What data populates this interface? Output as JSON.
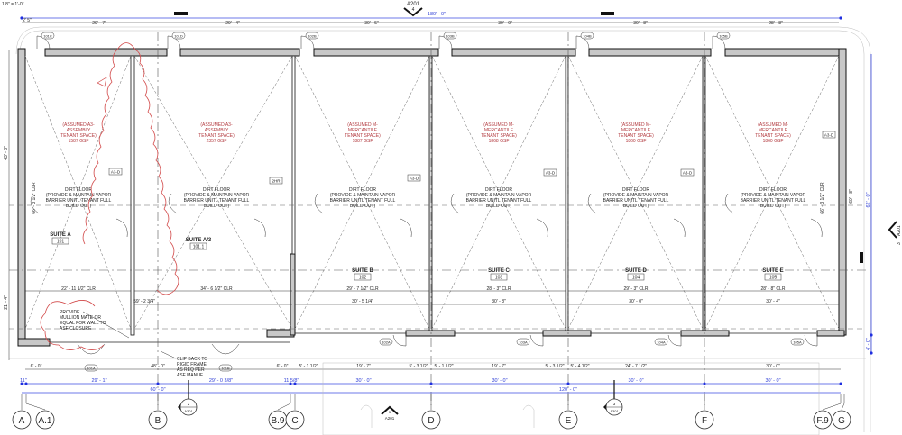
{
  "scale_note": "1/8\" = 1'-0\"",
  "overall_dims": {
    "top": "180' - 0\"",
    "right": "62' - 0\"",
    "bottom_left": "60' - 0\"",
    "bottom_mid": "120' - 0\"",
    "right_small": "4' - 0\""
  },
  "top_dims": [
    "2' 5\"",
    "29' - 7\"",
    "29' - 4\"",
    "30' - 5\"",
    "30' - 0\"",
    "30' - 8\"",
    "28' - 8\""
  ],
  "left_dims": [
    "43' - 8\"",
    "21' - 4\"",
    "66' - 3 1/2\" CLR"
  ],
  "right_dims": [
    "66' - 3 1/2\" CLR",
    "60' - 8\""
  ],
  "top_doors": [
    "101C",
    "101D",
    "102B",
    "103B",
    "104B",
    "105B"
  ],
  "bottom_doors": [
    "101A",
    "101B",
    "102A",
    "103A",
    "104A",
    "105A"
  ],
  "wall_tags": [
    "A3-D",
    "2HR",
    "A3-D",
    "A3-D",
    "A3-D",
    "A3-D"
  ],
  "suites": [
    {
      "name": "SUITE A",
      "number": "101",
      "occupancy": [
        "(ASSUMED A3-",
        "ASSEMBLY",
        "TENANT SPACE)",
        "1587 GSF"
      ],
      "clr": "22' - 11 1/2\" CLR",
      "dim": ""
    },
    {
      "name": "SUITE A/3",
      "number": "101.1",
      "occupancy": [
        "(ASSUMED A3-",
        "ASSEMBLY",
        "TENANT SPACE)",
        "2357 GSF"
      ],
      "clr": "34' - 6 1/2\" CLR",
      "dim": "59' - 2 3/4\""
    },
    {
      "name": "SUITE B",
      "number": "102",
      "occupancy": [
        "(ASSUMED M-",
        "MERCANTILE",
        "TENANT SPACE)",
        "1887 GSF"
      ],
      "clr": "29' - 7 1/2\" CLR",
      "dim": "30' - 5 1/4\""
    },
    {
      "name": "SUITE C",
      "number": "103",
      "occupancy": [
        "(ASSUMED M-",
        "MERCANTILE",
        "TENANT SPACE)",
        "1868 GSF"
      ],
      "clr": "28' - 3\" CLR",
      "dim": "30' - 8\""
    },
    {
      "name": "SUITE D",
      "number": "104",
      "occupancy": [
        "(ASSUMED M-",
        "MERCANTILE",
        "TENANT SPACE)",
        "1860 GSF"
      ],
      "clr": "29' - 3\" CLR",
      "dim": "30' - 0\""
    },
    {
      "name": "SUITE E",
      "number": "105",
      "occupancy": [
        "(ASSUMED M-",
        "MERCANTILE",
        "TENANT SPACE)",
        "1860 GSF"
      ],
      "clr": "28' - 8\" CLR",
      "dim": "30' - 4\""
    }
  ],
  "floor_note": [
    "DIRT FLOOR",
    "(PROVIDE & MAINTAIN VAPOR",
    "BARRIER UNITL TENANT FULL",
    "BUILD OUT)"
  ],
  "notes": {
    "mullion": [
      "PROVIDE",
      "MULLION MATE OR",
      "EQUAL FOR WALL TO",
      "ASF CLOSURE"
    ],
    "clip": [
      "CLIP BACK TO",
      "RIGID FRAME",
      "AS REQ PER",
      "ASF MANUF"
    ]
  },
  "bottom_dims": [
    "6' - 0\"",
    "48' - 0\"",
    "6' - 0\"",
    "5' - 1 1/2\"",
    "19' - 7\"",
    "5' - 3 1/2\"",
    "5' - 1 1/2\"",
    "19' - 7\"",
    "5' - 3 1/2\"",
    "5' - 4 1/2\"",
    "24' - 7 1/2\"",
    "30' - 0\""
  ],
  "grid_dims": [
    "11\"",
    "29' - 1\"",
    "29' - 0 3/8\"",
    "11 5/8\"",
    "30' - 0\"",
    "30' - 0\"",
    "30' - 0\"",
    "30' - 0\""
  ],
  "grid_lines": [
    "A",
    "A.1",
    "B",
    "B.9",
    "C",
    "D",
    "E",
    "F",
    "F.9",
    "G"
  ],
  "section_markers": [
    {
      "number": "4",
      "sheet": "A201"
    },
    {
      "number": "2",
      "sheet": "A301"
    },
    {
      "number": "5",
      "sheet": "A201"
    },
    {
      "number": "3",
      "sheet": "A301"
    },
    {
      "number": "3",
      "sheet": "A201"
    }
  ]
}
